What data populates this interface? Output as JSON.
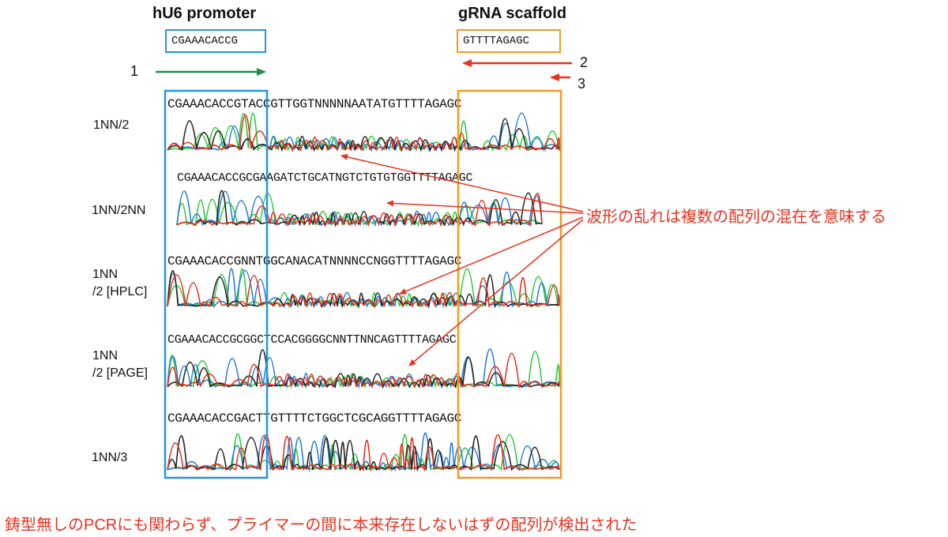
{
  "header": {
    "promoter_title": "hU6 promoter",
    "scaffold_title": "gRNA scaffold",
    "promoter_seq": "CGAAACACCG",
    "scaffold_seq": "GTTTTAGAGC"
  },
  "primers": [
    {
      "label": "1",
      "direction": "forward",
      "color": "#1e8c4a"
    },
    {
      "label": "2",
      "direction": "reverse",
      "color": "#e8321e"
    },
    {
      "label": "3",
      "direction": "reverse",
      "color": "#e8321e"
    }
  ],
  "samples": [
    {
      "name": "1NN/2",
      "sequence": "CGAAACACCGTACCGTTGGTNNNNNAATATGTTTTAGAGC"
    },
    {
      "name": "1NN/2NN",
      "sequence": "CGAAACACCGCGAAGATCTGCATNGTCTGTGTGGTTTTAGAGC"
    },
    {
      "name": "1NN\n/2 [HPLC]",
      "line1": "1NN",
      "line2": "/2 [HPLC]",
      "sequence": "CGAAACACCGNNTGGCANACATNNNNCCNGGTTTTAGAGC"
    },
    {
      "name": "1NN\n/2 [PAGE]",
      "line1": "1NN",
      "line2": "/2 [PAGE]",
      "sequence": "CGAAACACCGCGGCTCCACGGGGCNNTTNNCAGTTTTAGAGC"
    },
    {
      "name": "1NN/3",
      "sequence": "CGAAACACCGACTTGTTTTCTGGCTCGCAGGTTTTAGAGC"
    }
  ],
  "annotation": "波形の乱れは複数の配列の混在を意味する",
  "caption": "鋳型無しのPCRにも関わらず、プライマーの間に本来存在しないはずの配列が検出された",
  "colors": {
    "promoter_box": "#2196e8",
    "scaffold_box": "#f39a1e",
    "annotation": "#e8321e",
    "trace_a": "#2ecc40",
    "trace_c": "#2a7fd4",
    "trace_g": "#222222",
    "trace_t": "#e8321e"
  }
}
